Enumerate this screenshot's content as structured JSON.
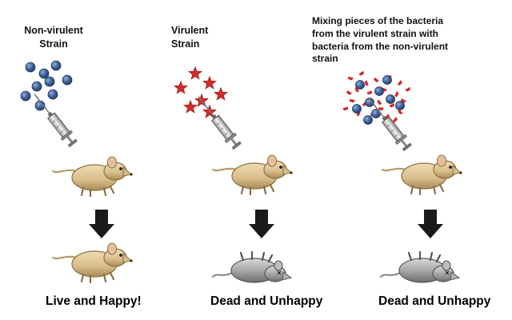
{
  "colors": {
    "bacteria_blue": "#3d5f96",
    "virulent_red": "#d62a2a",
    "mouse_live": "#d8bd8a",
    "mouse_dead": "#a8a8a8",
    "arrow": "#1a1a1a"
  },
  "panels": [
    {
      "label_lines": [
        "Non-virulent",
        "Strain"
      ],
      "inoculum": "blue-bacteria",
      "outcome": "Live and Happy!",
      "mouse_state": "alive"
    },
    {
      "label_lines": [
        "Virulent",
        "Strain"
      ],
      "inoculum": "red-stars",
      "outcome": "Dead and Unhappy",
      "mouse_state": "dead"
    },
    {
      "label_lines": [
        "Mixing pieces of the bacteria",
        "from the virulent strain with",
        "bacteria from the non-virulent",
        "strain"
      ],
      "inoculum": "mixed",
      "outcome": "Dead and Unhappy",
      "mouse_state": "dead"
    }
  ]
}
